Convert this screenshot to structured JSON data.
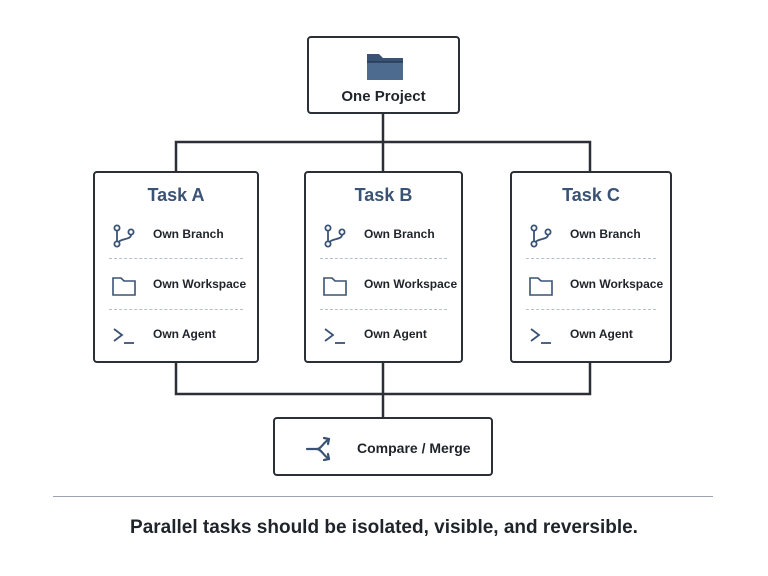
{
  "project": {
    "label": "One Project",
    "icon": "folder-icon"
  },
  "tasks": [
    {
      "title": "Task A",
      "rows": [
        {
          "icon": "branch-icon",
          "label": "Own Branch"
        },
        {
          "icon": "folder-outline-icon",
          "label": "Own Workspace"
        },
        {
          "icon": "terminal-icon",
          "label": "Own Agent"
        }
      ]
    },
    {
      "title": "Task B",
      "rows": [
        {
          "icon": "branch-icon",
          "label": "Own Branch"
        },
        {
          "icon": "folder-outline-icon",
          "label": "Own Workspace"
        },
        {
          "icon": "terminal-icon",
          "label": "Own Agent"
        }
      ]
    },
    {
      "title": "Task C",
      "rows": [
        {
          "icon": "branch-icon",
          "label": "Own Branch"
        },
        {
          "icon": "folder-outline-icon",
          "label": "Own Workspace"
        },
        {
          "icon": "terminal-icon",
          "label": "Own Agent"
        }
      ]
    }
  ],
  "merge": {
    "label": "Compare / Merge",
    "icon": "merge-icon"
  },
  "caption": "Parallel tasks should be isolated, visible, and reversible.",
  "colors": {
    "accent": "#3a5374",
    "line": "#2b2f36",
    "icon": "#3a5374"
  }
}
